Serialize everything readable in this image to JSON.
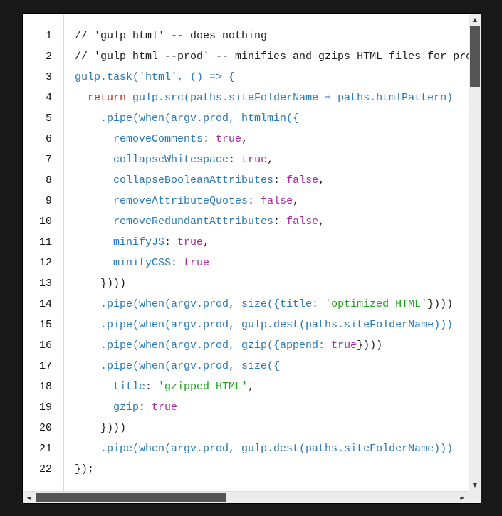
{
  "colors": {
    "page_bg": "#181818",
    "code_bg": "#ffffff",
    "gutter_line": "#dcdcdc",
    "line_number": "#111111",
    "comment": "#1d1d1d",
    "plain": "#1d1d1d",
    "name": "#2a79b8",
    "keyword": "#c82829",
    "literal": "#a626a4",
    "string": "#22a222",
    "scroll_track": "#ececec",
    "scroll_thumb": "#555555",
    "scroll_arrow": "#333333",
    "scroll_border": "#dcdcdc"
  },
  "scrollbar": {
    "up": "▲",
    "down": "▼",
    "left": "◄",
    "right": "►"
  },
  "code_lines": [
    {
      "number": "1",
      "tokens": [
        [
          "comment",
          "// 'gulp html' -- does nothing"
        ]
      ]
    },
    {
      "number": "2",
      "tokens": [
        [
          "comment",
          "// 'gulp html --prod' -- minifies and gzips HTML files for prod"
        ]
      ]
    },
    {
      "number": "3",
      "tokens": [
        [
          "name",
          "gulp.task('html', () => {"
        ]
      ]
    },
    {
      "number": "4",
      "tokens": [
        [
          "plain",
          "  "
        ],
        [
          "keyword",
          "return"
        ],
        [
          "name",
          " gulp.src(paths.siteFolderName + paths.htmlPattern)"
        ]
      ]
    },
    {
      "number": "5",
      "tokens": [
        [
          "name",
          "    .pipe(when(argv.prod, htmlmin({"
        ]
      ]
    },
    {
      "number": "6",
      "tokens": [
        [
          "name",
          "      removeComments"
        ],
        [
          "plain",
          ": "
        ],
        [
          "literal",
          "true"
        ],
        [
          "plain",
          ","
        ]
      ]
    },
    {
      "number": "7",
      "tokens": [
        [
          "name",
          "      collapseWhitespace"
        ],
        [
          "plain",
          ": "
        ],
        [
          "literal",
          "true"
        ],
        [
          "plain",
          ","
        ]
      ]
    },
    {
      "number": "8",
      "tokens": [
        [
          "name",
          "      collapseBooleanAttributes"
        ],
        [
          "plain",
          ": "
        ],
        [
          "literal",
          "false"
        ],
        [
          "plain",
          ","
        ]
      ]
    },
    {
      "number": "9",
      "tokens": [
        [
          "name",
          "      removeAttributeQuotes"
        ],
        [
          "plain",
          ": "
        ],
        [
          "literal",
          "false"
        ],
        [
          "plain",
          ","
        ]
      ]
    },
    {
      "number": "10",
      "tokens": [
        [
          "name",
          "      removeRedundantAttributes"
        ],
        [
          "plain",
          ": "
        ],
        [
          "literal",
          "false"
        ],
        [
          "plain",
          ","
        ]
      ]
    },
    {
      "number": "11",
      "tokens": [
        [
          "name",
          "      minifyJS"
        ],
        [
          "plain",
          ": "
        ],
        [
          "literal",
          "true"
        ],
        [
          "plain",
          ","
        ]
      ]
    },
    {
      "number": "12",
      "tokens": [
        [
          "name",
          "      minifyCSS"
        ],
        [
          "plain",
          ": "
        ],
        [
          "literal",
          "true"
        ]
      ]
    },
    {
      "number": "13",
      "tokens": [
        [
          "plain",
          "    })))"
        ]
      ]
    },
    {
      "number": "14",
      "tokens": [
        [
          "name",
          "    .pipe(when(argv.prod, size({title: "
        ],
        [
          "string",
          "'optimized HTML'"
        ],
        [
          "plain",
          "})))"
        ]
      ]
    },
    {
      "number": "15",
      "tokens": [
        [
          "name",
          "    .pipe(when(argv.prod, gulp.dest(paths.siteFolderName)))"
        ]
      ]
    },
    {
      "number": "16",
      "tokens": [
        [
          "name",
          "    .pipe(when(argv.prod, gzip({append: "
        ],
        [
          "literal",
          "true"
        ],
        [
          "plain",
          "})))"
        ]
      ]
    },
    {
      "number": "17",
      "tokens": [
        [
          "name",
          "    .pipe(when(argv.prod, size({"
        ]
      ]
    },
    {
      "number": "18",
      "tokens": [
        [
          "name",
          "      title"
        ],
        [
          "plain",
          ": "
        ],
        [
          "string",
          "'gzipped HTML'"
        ],
        [
          "plain",
          ","
        ]
      ]
    },
    {
      "number": "19",
      "tokens": [
        [
          "name",
          "      gzip"
        ],
        [
          "plain",
          ": "
        ],
        [
          "literal",
          "true"
        ]
      ]
    },
    {
      "number": "20",
      "tokens": [
        [
          "plain",
          "    })))"
        ]
      ]
    },
    {
      "number": "21",
      "tokens": [
        [
          "name",
          "    .pipe(when(argv.prod, gulp.dest(paths.siteFolderName)))"
        ]
      ]
    },
    {
      "number": "22",
      "tokens": [
        [
          "plain",
          "});"
        ]
      ]
    }
  ]
}
